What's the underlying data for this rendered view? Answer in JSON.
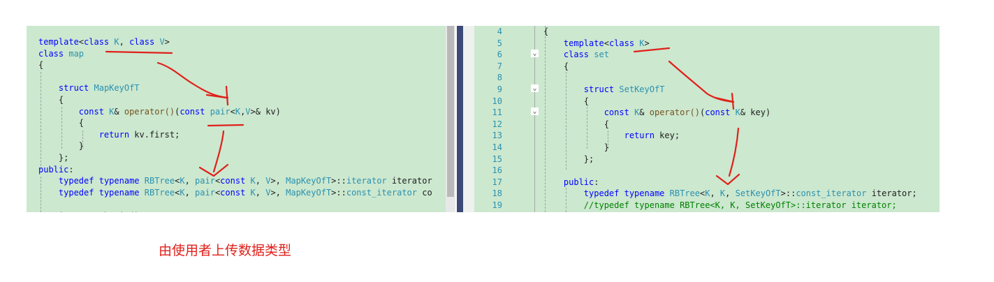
{
  "left_editor": {
    "lines": [
      [
        [
          "kw",
          "template"
        ],
        [
          "",
          "<"
        ],
        [
          "kw",
          "class"
        ],
        [
          "",
          " "
        ],
        [
          "ty",
          "K"
        ],
        [
          "",
          ", "
        ],
        [
          "kw",
          "class"
        ],
        [
          "",
          " "
        ],
        [
          "ty",
          "V"
        ],
        [
          "",
          ">"
        ]
      ],
      [
        [
          "kw",
          "class"
        ],
        [
          "",
          " "
        ],
        [
          "ty",
          "map"
        ]
      ],
      [
        [
          "",
          "{"
        ]
      ],
      [
        [
          "",
          ""
        ]
      ],
      [
        [
          "",
          "    "
        ],
        [
          "kw",
          "struct"
        ],
        [
          "",
          " "
        ],
        [
          "ty",
          "MapKeyOfT"
        ]
      ],
      [
        [
          "",
          "    {"
        ]
      ],
      [
        [
          "",
          "        "
        ],
        [
          "kw",
          "const"
        ],
        [
          "",
          " "
        ],
        [
          "ty",
          "K"
        ],
        [
          "",
          "& "
        ],
        [
          "fn",
          "operator()"
        ],
        [
          "",
          "("
        ],
        [
          "kw",
          "const"
        ],
        [
          "",
          " "
        ],
        [
          "ty",
          "pair"
        ],
        [
          "",
          "<"
        ],
        [
          "ty",
          "K"
        ],
        [
          "",
          ","
        ],
        [
          "ty",
          "V"
        ],
        [
          "",
          ">& kv)"
        ]
      ],
      [
        [
          "",
          "        {"
        ]
      ],
      [
        [
          "",
          "            "
        ],
        [
          "kw",
          "return"
        ],
        [
          "",
          " kv.first;"
        ]
      ],
      [
        [
          "",
          "        }"
        ]
      ],
      [
        [
          "",
          "    };"
        ]
      ],
      [
        [
          "kw",
          "public"
        ],
        [
          "",
          ":"
        ]
      ],
      [
        [
          "",
          "    "
        ],
        [
          "kw",
          "typedef"
        ],
        [
          "",
          " "
        ],
        [
          "kw",
          "typename"
        ],
        [
          "",
          " "
        ],
        [
          "ty",
          "RBTree"
        ],
        [
          "",
          "<"
        ],
        [
          "ty",
          "K"
        ],
        [
          "",
          ", "
        ],
        [
          "ty",
          "pair"
        ],
        [
          "",
          "<"
        ],
        [
          "kw",
          "const"
        ],
        [
          "",
          " "
        ],
        [
          "ty",
          "K"
        ],
        [
          "",
          ", "
        ],
        [
          "ty",
          "V"
        ],
        [
          "",
          ">, "
        ],
        [
          "ty",
          "MapKeyOfT"
        ],
        [
          "",
          ">::"
        ],
        [
          "ty",
          "iterator"
        ],
        [
          "",
          " iterator"
        ]
      ],
      [
        [
          "",
          "    "
        ],
        [
          "kw",
          "typedef"
        ],
        [
          "",
          " "
        ],
        [
          "kw",
          "typename"
        ],
        [
          "",
          " "
        ],
        [
          "ty",
          "RBTree"
        ],
        [
          "",
          "<"
        ],
        [
          "ty",
          "K"
        ],
        [
          "",
          ", "
        ],
        [
          "ty",
          "pair"
        ],
        [
          "",
          "<"
        ],
        [
          "kw",
          "const"
        ],
        [
          "",
          " "
        ],
        [
          "ty",
          "K"
        ],
        [
          "",
          ", "
        ],
        [
          "ty",
          "V"
        ],
        [
          "",
          ">, "
        ],
        [
          "ty",
          "MapKeyOfT"
        ],
        [
          "",
          ">::"
        ],
        [
          "ty",
          "const_iterator"
        ],
        [
          "",
          " co"
        ]
      ],
      [
        [
          "",
          ""
        ]
      ],
      [
        [
          "",
          "    "
        ],
        [
          "kw",
          "iterator"
        ],
        [
          "",
          " begin()"
        ]
      ]
    ]
  },
  "right_editor": {
    "line_numbers": [
      "4",
      "5",
      "6",
      "7",
      "8",
      "9",
      "10",
      "11",
      "12",
      "13",
      "14",
      "15",
      "16",
      "17",
      "18",
      "19"
    ],
    "lines": [
      [
        [
          "",
          "{"
        ]
      ],
      [
        [
          "",
          "    "
        ],
        [
          "kw",
          "template"
        ],
        [
          "",
          "<"
        ],
        [
          "kw",
          "class"
        ],
        [
          "",
          " "
        ],
        [
          "ty",
          "K"
        ],
        [
          "",
          ">"
        ]
      ],
      [
        [
          "",
          "    "
        ],
        [
          "kw",
          "class"
        ],
        [
          "",
          " "
        ],
        [
          "ty",
          "set"
        ]
      ],
      [
        [
          "",
          "    {"
        ]
      ],
      [
        [
          "",
          ""
        ]
      ],
      [
        [
          "",
          "        "
        ],
        [
          "kw",
          "struct"
        ],
        [
          "",
          " "
        ],
        [
          "ty",
          "SetKeyOfT"
        ]
      ],
      [
        [
          "",
          "        {"
        ]
      ],
      [
        [
          "",
          "            "
        ],
        [
          "kw",
          "const"
        ],
        [
          "",
          " "
        ],
        [
          "ty",
          "K"
        ],
        [
          "",
          "& "
        ],
        [
          "fn",
          "operator()"
        ],
        [
          "",
          "("
        ],
        [
          "kw",
          "const"
        ],
        [
          "",
          " "
        ],
        [
          "ty",
          "K"
        ],
        [
          "",
          "& key)"
        ]
      ],
      [
        [
          "",
          "            {"
        ]
      ],
      [
        [
          "",
          "                "
        ],
        [
          "kw",
          "return"
        ],
        [
          "",
          " key;"
        ]
      ],
      [
        [
          "",
          "            }"
        ]
      ],
      [
        [
          "",
          "        };"
        ]
      ],
      [
        [
          "",
          ""
        ]
      ],
      [
        [
          "",
          "    "
        ],
        [
          "kw",
          "public"
        ],
        [
          "",
          ":"
        ]
      ],
      [
        [
          "",
          "        "
        ],
        [
          "kw",
          "typedef"
        ],
        [
          "",
          " "
        ],
        [
          "kw",
          "typename"
        ],
        [
          "",
          " "
        ],
        [
          "ty",
          "RBTree"
        ],
        [
          "",
          "<"
        ],
        [
          "ty",
          "K"
        ],
        [
          "",
          ", "
        ],
        [
          "ty",
          "K"
        ],
        [
          "",
          ", "
        ],
        [
          "ty",
          "SetKeyOfT"
        ],
        [
          "",
          ">::"
        ],
        [
          "ty",
          "const_iterator"
        ],
        [
          "",
          " iterator;"
        ]
      ],
      [
        [
          "",
          "        "
        ],
        [
          "cm",
          "//typedef typename RBTree<K, K, SetKeyOfT>::iterator iterator;"
        ]
      ]
    ]
  },
  "caption": "由使用者上传数据类型",
  "colors": {
    "editor_background": "#cce8cf",
    "keyword": "#0000ff",
    "type": "#2b91af",
    "comment": "#008000",
    "annotation": "#e0201a",
    "splitter": "#3c4a77"
  },
  "icons": {
    "fold": "chevron-down-icon"
  }
}
